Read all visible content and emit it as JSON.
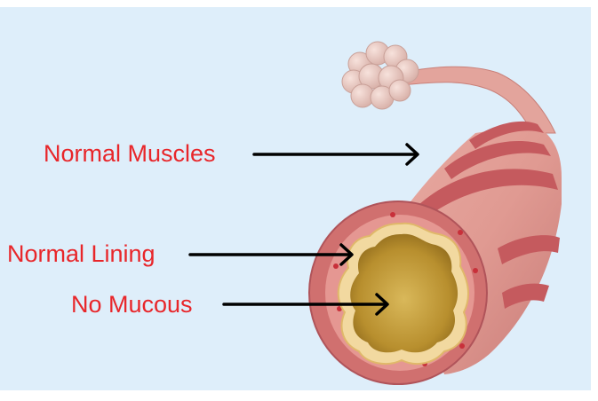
{
  "labels": {
    "muscles": "Normal Muscles",
    "lining": "Normal Lining",
    "mucous": "No Mucous"
  },
  "colors": {
    "background": "#deeefa",
    "label_text": "#e8262a",
    "arrow": "#000000",
    "airway_wall": "#d98a85",
    "muscle_band": "#c55a5e",
    "lining": "#f2d9a0",
    "lumen": "#c29a38"
  },
  "icons": {
    "alveoli": "alveoli-cluster-icon",
    "airway": "bronchiole-tube-illustration"
  }
}
